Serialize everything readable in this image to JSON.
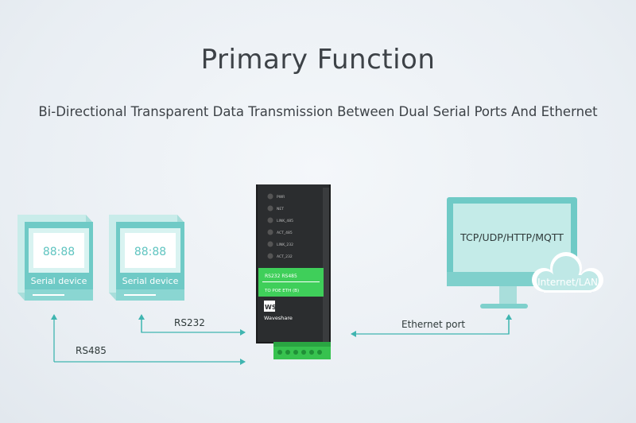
{
  "header": {
    "title": "Primary Function",
    "subtitle": "Bi-Directional Transparent Data Transmission Between Dual Serial Ports And Ethernet"
  },
  "serial_devices": [
    {
      "display": "88:88",
      "label": "Serial device"
    },
    {
      "display": "88:88",
      "label": "Serial device"
    }
  ],
  "links": {
    "rs232": "RS232",
    "rs485": "RS485",
    "ethernet": "Ethernet port"
  },
  "gateway": {
    "leds": [
      "PWR",
      "NET",
      "LINK_485",
      "ACT_485",
      "LINK_232",
      "ACT_232"
    ],
    "panel_line1": "RS232 RS485",
    "panel_line2": "TO POE ETH (B)",
    "brand": "Waveshare",
    "logo": "WS"
  },
  "monitor": {
    "protocols": "TCP/UDP/HTTP/MQTT",
    "cloud_label": "Internet/LAN"
  },
  "colors": {
    "teal": "#5fc4c0",
    "teal_light": "#bfe8e6",
    "arrow": "#3fb5b0",
    "device_green": "#3fcf5a",
    "device_body": "#2b2d2f"
  }
}
